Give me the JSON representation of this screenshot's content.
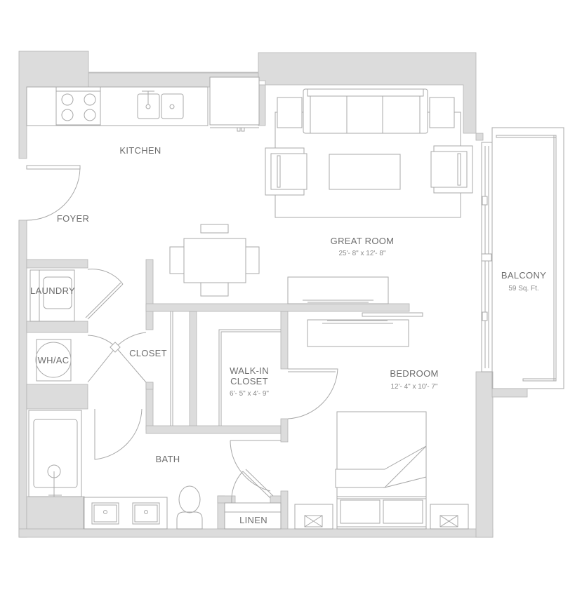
{
  "floorplan": {
    "colors": {
      "wall_fill": "#dcdcdc",
      "line": "#a8a8a8",
      "label": "#6e6e6e",
      "background": "#ffffff"
    },
    "rooms": {
      "kitchen": {
        "label": "KITCHEN"
      },
      "foyer": {
        "label": "FOYER"
      },
      "great_room": {
        "label": "GREAT ROOM",
        "dimensions": "25'- 8\" x 12'- 8\""
      },
      "balcony": {
        "label": "BALCONY",
        "area": "59 Sq. Ft."
      },
      "laundry": {
        "label": "LAUNDRY"
      },
      "wh_ac": {
        "label": "WH/AC"
      },
      "closet": {
        "label": "CLOSET"
      },
      "walk_in_closet": {
        "label_line1": "WALK-IN",
        "label_line2": "CLOSET",
        "dimensions": "6'- 5\" x 4'- 9\""
      },
      "bedroom": {
        "label": "BEDROOM",
        "dimensions": "12'- 4\" x 10'- 7\""
      },
      "bath": {
        "label": "BATH"
      },
      "linen": {
        "label": "LINEN"
      }
    }
  }
}
